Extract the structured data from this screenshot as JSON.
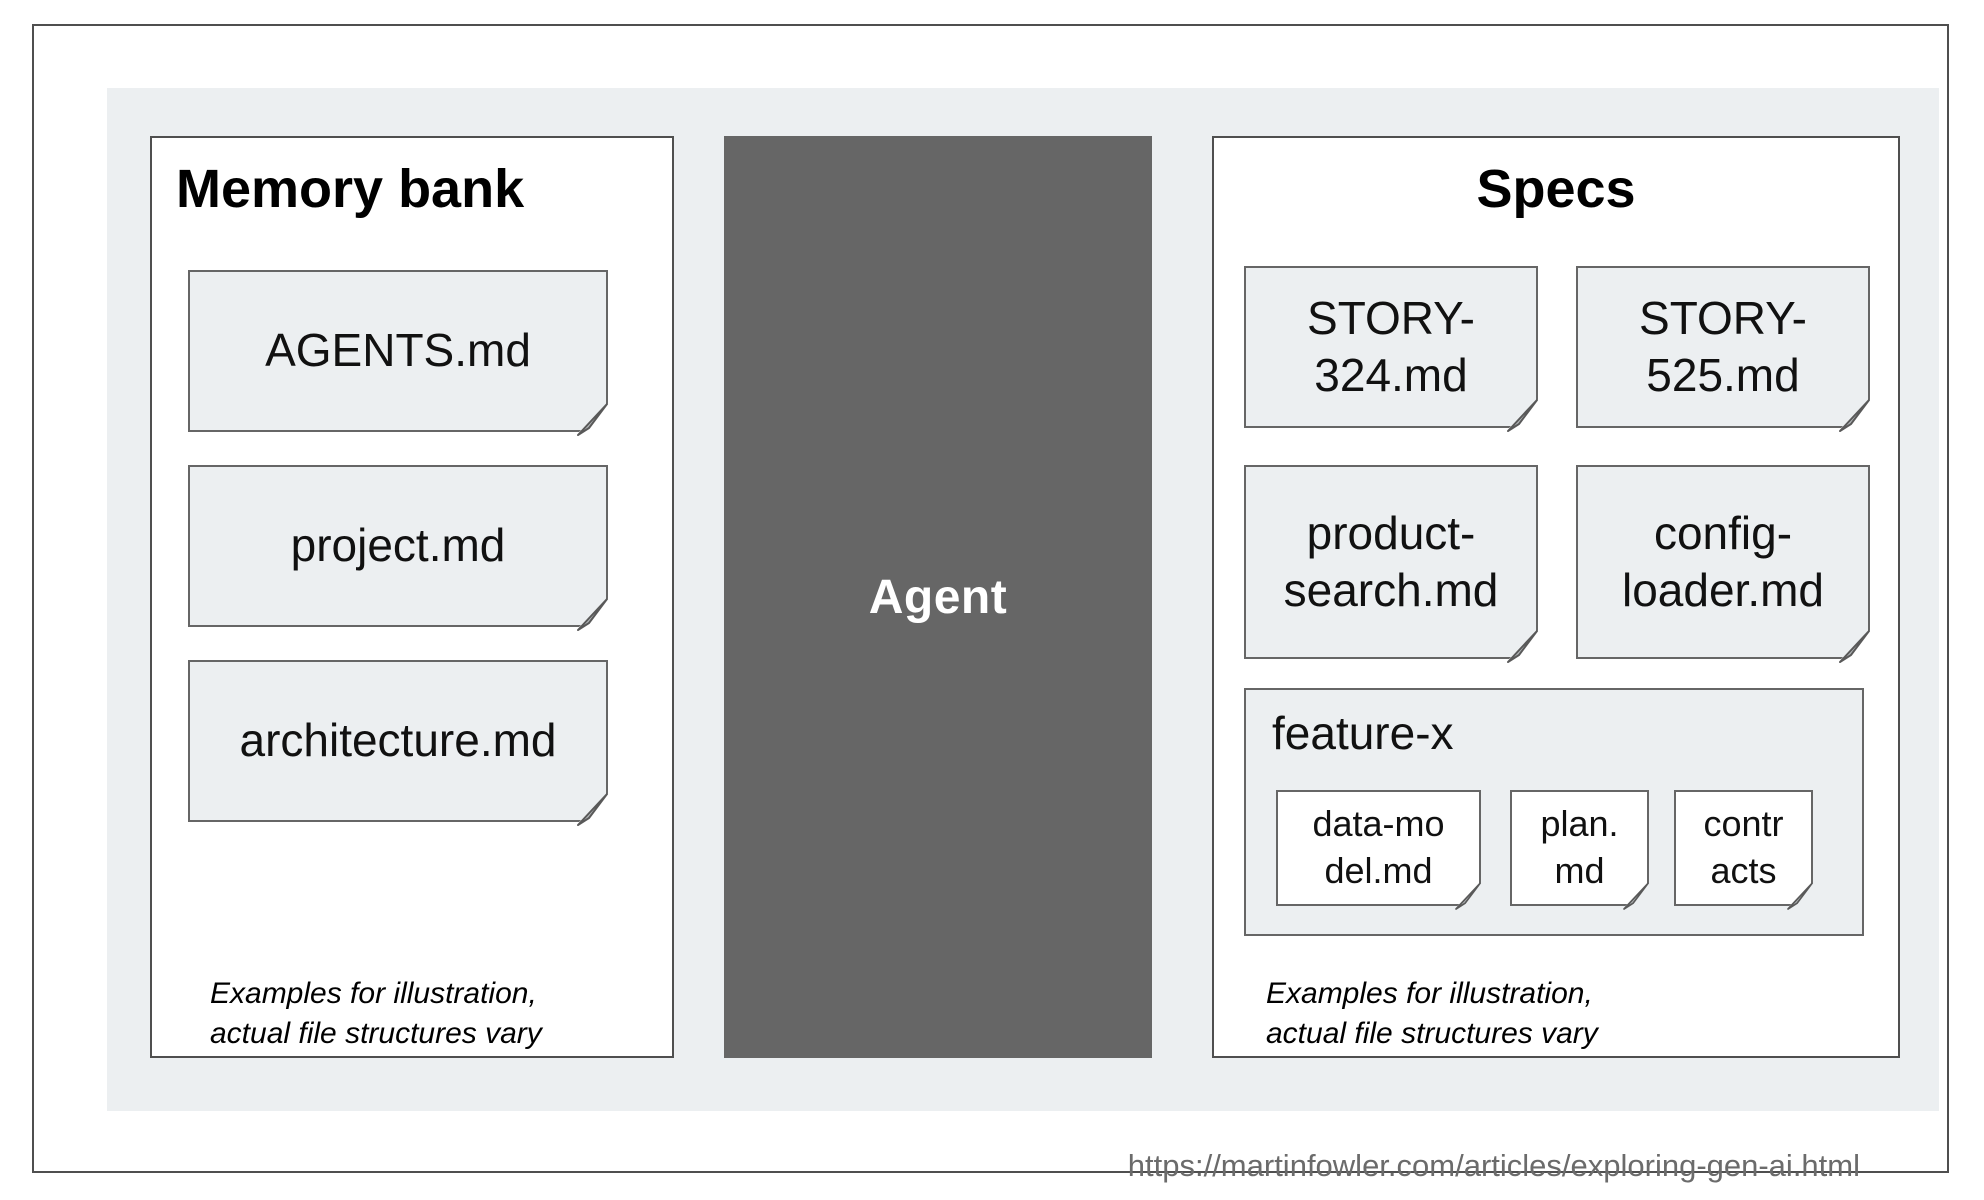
{
  "colors": {
    "panel_background": "#eceff1",
    "card_background": "#eceff1",
    "agent_background": "#666666",
    "frame_border": "#4f4f4f",
    "card_border": "#666666",
    "fold_flap": "#b7bbbd",
    "footer_text": "#6b6b6b"
  },
  "memory_bank": {
    "title": "Memory bank",
    "files": [
      "AGENTS.md",
      "project.md",
      "architecture.md"
    ],
    "note": "Examples for illustration,\nactual file structures vary"
  },
  "agent": {
    "label": "Agent"
  },
  "specs": {
    "title": "Specs",
    "cards": [
      "STORY-\n324.md",
      "STORY-\n525.md",
      "product-\nsearch.md",
      "config-\nloader.md"
    ],
    "feature_folder": {
      "title": "feature-x",
      "cards": [
        "data-mo\ndel.md",
        "plan.\nmd",
        "contr\nacts"
      ]
    },
    "note": "Examples for illustration,\nactual file structures vary"
  },
  "footer": {
    "url": "https://martinfowler.com/articles/exploring-gen-ai.html"
  }
}
